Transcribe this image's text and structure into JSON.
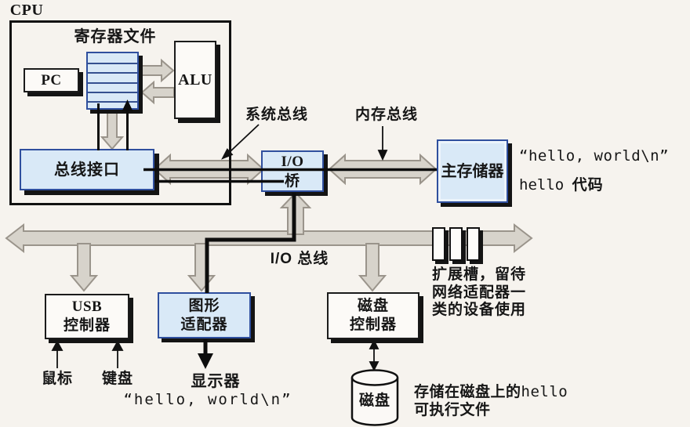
{
  "cpu": {
    "label": "CPU",
    "register_file": {
      "label": "寄存器文件"
    },
    "pc": {
      "label": "PC"
    },
    "alu": {
      "label": "ALU"
    },
    "bus_interface": {
      "label": "总线接口"
    }
  },
  "buses": {
    "system_bus": {
      "label": "系统总线"
    },
    "memory_bus": {
      "label": "内存总线"
    },
    "io_bus": {
      "label": "I/O 总线"
    }
  },
  "io_bridge": {
    "line1": "I/O",
    "line2": "桥"
  },
  "main_memory": {
    "label": "主存储器",
    "stored": {
      "hello_string": "“hello, world\\n”",
      "code_name": "hello",
      "code_label": "代码"
    }
  },
  "devices": {
    "usb_controller": {
      "line1": "USB",
      "line2": "控制器"
    },
    "graphics_adapter": {
      "line1": "图形",
      "line2": "适配器"
    },
    "disk_controller": {
      "line1": "磁盘",
      "line2": "控制器"
    }
  },
  "peripherals": {
    "mouse": {
      "label": "鼠标"
    },
    "keyboard": {
      "label": "键盘"
    },
    "display": {
      "label": "显示器",
      "output": "“hello, world\\n”"
    },
    "disk": {
      "label": "磁盘"
    }
  },
  "annotations": {
    "expansion_slots": {
      "line1": "扩展槽，留待",
      "line2": "网络适配器一",
      "line3": "类的设备使用"
    },
    "disk_contents": {
      "prefix": "存储在磁盘上的",
      "code_name": "hello",
      "line2": "可执行文件"
    }
  },
  "colors": {
    "background": "#f6f3ee",
    "box_blue_fill": "#d9e9f7",
    "box_blue_border": "#2f4f9e",
    "box_white_fill": "#fcfaf7",
    "bus_gray_fill": "#d7d3cb",
    "bus_gray_border": "#9a948b",
    "shadow_black": "#141414",
    "line_black": "#0d0d0d"
  }
}
